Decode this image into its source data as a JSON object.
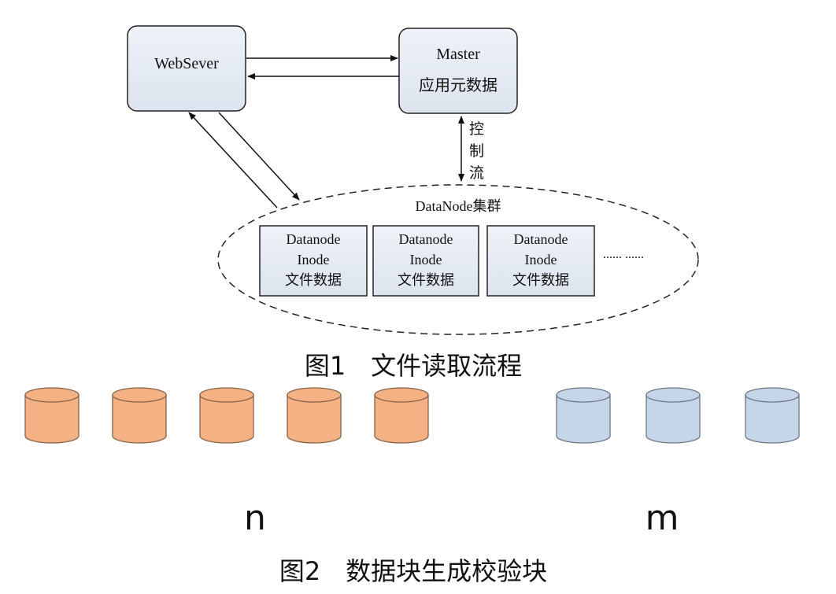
{
  "figure1": {
    "webserver": {
      "label": "WebSever"
    },
    "master": {
      "title": "Master",
      "subtitle": "应用元数据"
    },
    "control_flow": {
      "chars": [
        "控",
        "制",
        "流"
      ]
    },
    "cluster": {
      "label": "DataNode集群",
      "nodes": [
        {
          "line1": "Datanode",
          "line2": "Inode",
          "line3": "文件数据"
        },
        {
          "line1": "Datanode",
          "line2": "Inode",
          "line3": "文件数据"
        },
        {
          "line1": "Datanode",
          "line2": "Inode",
          "line3": "文件数据"
        }
      ],
      "ellipsis": "...... ......"
    },
    "caption": "图1　文件读取流程"
  },
  "figure2": {
    "group_n": {
      "count": 5,
      "color": "#f4b183",
      "label": "n"
    },
    "group_m": {
      "count": 3,
      "color": "#c5d6e8",
      "label": "m"
    },
    "caption": "图2　数据块生成校验块"
  }
}
